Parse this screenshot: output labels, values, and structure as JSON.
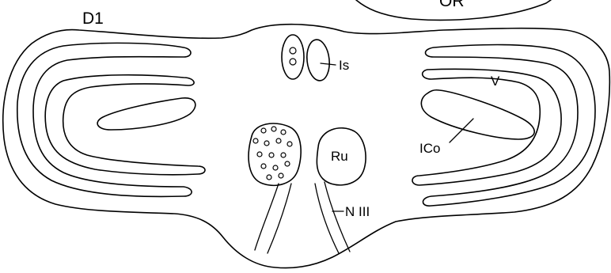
{
  "figure": {
    "panel_label": "D1",
    "partial_label": "OR",
    "labels": {
      "is": "Is",
      "ru": "Ru",
      "ico": "ICo",
      "v": "V",
      "n3": "N III"
    }
  }
}
